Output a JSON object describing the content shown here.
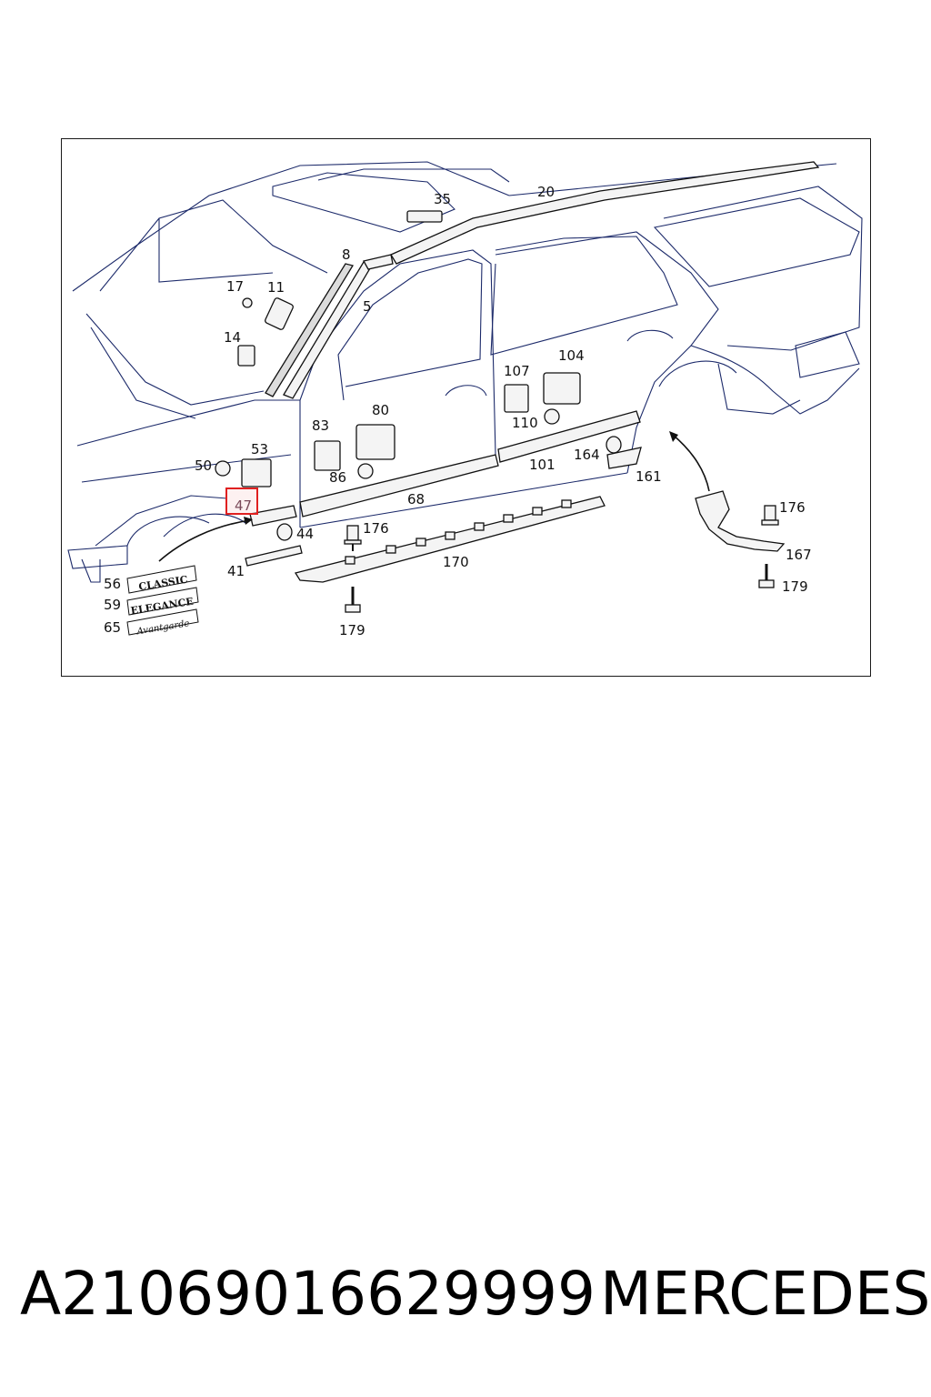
{
  "diagram": {
    "callouts": {
      "c35": "35",
      "c20": "20",
      "c8": "8",
      "c17": "17",
      "c11": "11",
      "c5": "5",
      "c14": "14",
      "c107": "107",
      "c104": "104",
      "c80": "80",
      "c83": "83",
      "c110": "110",
      "c53": "53",
      "c50": "50",
      "c164": "164",
      "c86": "86",
      "c101": "101",
      "c161": "161",
      "c47": "47",
      "c68": "68",
      "c176a": "176",
      "c44": "44",
      "c176b": "176",
      "c170": "170",
      "c167": "167",
      "c41": "41",
      "c56": "56",
      "c59": "59",
      "c65": "65",
      "c179a": "179",
      "c179b": "179"
    },
    "badges": {
      "classic": "CLASSIC",
      "elegance": "ELEGANCE",
      "avantgarde": "Avantgarde"
    },
    "highlight_color": "#e02020"
  },
  "caption": {
    "part_number": "A21069016629999",
    "brand": "MERCEDES"
  }
}
